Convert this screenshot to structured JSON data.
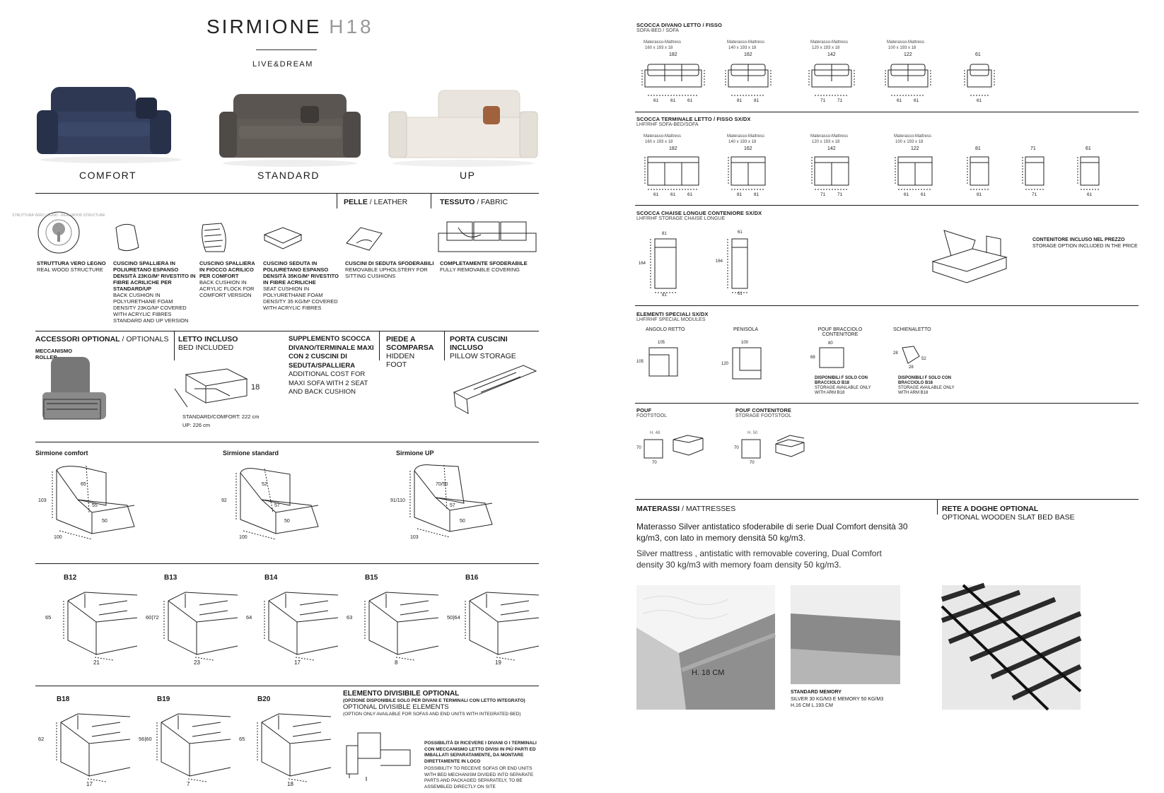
{
  "brand": {
    "title_main": "SIRMIONE",
    "title_model": "H18",
    "subtitle": "LIVE&DREAM"
  },
  "versions": [
    {
      "label": "COMFORT",
      "color": "#2f3a55"
    },
    {
      "label": "STANDARD",
      "color": "#5b5652"
    },
    {
      "label": "UP",
      "color": "#e8e4dc"
    }
  ],
  "materials": {
    "leather_bold": "PELLE",
    "leather_light": "/ LEATHER",
    "fabric_bold": "TESSUTO",
    "fabric_light": "/ FABRIC"
  },
  "seal_text": "STRUTTURA VERO LEGNO · REAL WOOD STRUCTURE",
  "features": [
    {
      "title": "STRUTTURA VERO LEGNO",
      "body": "REAL WOOD STRUCTURE"
    },
    {
      "title": "CUSCINO SPALLIERA IN POLIURETANO ESPANSO DENSITÀ 23KG/M³ RIVESTITO IN FIBRE ACRILICHE PER STANDARD/UP",
      "body": "BACK CUSHION IN POLYURETHANE FOAM DENSITY 23KG/M³ COVERED WITH ACRYLIC FIBRES STANDARD AND UP VERSION"
    },
    {
      "title": "CUSCINO SPALLIERA IN FIOCCO ACRILICO PER COMFORT",
      "body": "BACK CUSHION IN ACRYLIC FLOCK FOR COMFORT VERSION"
    },
    {
      "title": "CUSCINO SEDUTA IN POLIURETANO ESPANSO DENSITÀ 35KG/M³ RIVESTITO IN FIBRE ACRILICHE",
      "body": "SEAT CUSHION IN POLYURETHANE FOAM DENSITY 35 KG/M³ COVERED WITH ACRYLIC FIBRES"
    },
    {
      "title": "CUSCINI DI SEDUTA SFODERABILI",
      "body": "REMOVABLE UPHOLSTERY FOR SITTING CUSHIONS"
    },
    {
      "title": "COMPLETAMENTE SFODERABILE",
      "body": "FULLY REMOVABLE COVERING"
    }
  ],
  "accessories": {
    "title_bold": "ACCESSORI OPTIONAL",
    "title_light": "/ OPTIONALS",
    "mechanism": "MECCANISMO ROLLER",
    "bed_title": "LETTO INCLUSO",
    "bed_sub": "BED INCLUDED",
    "bed_height": "18",
    "bed_len_std": "STANDARD/COMFORT: 222 cm",
    "bed_len_up": "UP: 226 cm",
    "supp_title": "SUPPLEMENTO SCOCCA DIVANO/TERMINALE MAXI CON 2 CUSCINI DI SEDUTA/SPALLIERA",
    "supp_sub": "ADDITIONAL COST FOR MAXI SOFA WITH 2 SEAT AND BACK CUSHION",
    "foot_title": "PIEDE A SCOMPARSA",
    "foot_sub": "HIDDEN FOOT",
    "pillow_title": "PORTA CUSCINI INCLUSO",
    "pillow_sub": "PILLOW STORAGE"
  },
  "profiles": [
    {
      "name": "Sirmione comfort",
      "h": "103",
      "back": "65",
      "seat": "55",
      "arm": "50",
      "depth": "100"
    },
    {
      "name": "Sirmione standard",
      "h": "92",
      "back": "52",
      "seat": "57",
      "arm": "50",
      "depth": "100"
    },
    {
      "name": "Sirmione UP",
      "h": "91/110",
      "back": "70/50",
      "seat": "57",
      "arm": "50",
      "depth": "103"
    }
  ],
  "arms_row1": [
    {
      "code": "B12",
      "h": "65",
      "w": "21"
    },
    {
      "code": "B13",
      "h": "60|72",
      "w": "23"
    },
    {
      "code": "B14",
      "h": "64",
      "w": "17"
    },
    {
      "code": "B15",
      "h": "63",
      "w": "8"
    },
    {
      "code": "B16",
      "h": "50|64",
      "w": "19"
    }
  ],
  "arms_row2": [
    {
      "code": "B18",
      "h": "62",
      "w": "17"
    },
    {
      "code": "B19",
      "h": "56|60",
      "w": "7"
    },
    {
      "code": "B20",
      "h": "65",
      "w": "18"
    }
  ],
  "divisible": {
    "title": "ELEMENTO DIVISIBILE OPTIONAL",
    "note_it": "(OPZIONE DISPONIBILE SOLO PER DIVANI E TERMINALI CON LETTO INTEGRATO)",
    "title_en": "OPTIONAL DIVISIBLE ELEMENTS",
    "note_en": "(OPTION ONLY AVAILABLE FOR SOFAS AND END UNITS WITH INTEGRATED BED)",
    "text_it": "POSSIBILITÀ DI RICEVERE I DIVANI O I TERMINALI CON MECCANISMO LETTO DIVISI IN PIÙ PARTI ED IMBALLATI SEPARATAMENTE, DA MONTARE DIRETTAMENTE IN LOCO",
    "text_en": "POSSIBILITY TO RECEIVE SOFAS OR END UNITS WITH BED MECHANISM DIVIDED INTO SEPARATE PARTS AND PACKAGED SEPARATELY, TO BE ASSEMBLED DIRECTLY ON SITE"
  },
  "frames": {
    "title": "SCOCCA DIVANO LETTO / FISSO",
    "sub": "SOFA-BED / SOFA",
    "items": [
      {
        "matt": "Materasso-Mattress",
        "size": "160 x 193 x 18",
        "width": "182",
        "modules": [
          "61",
          "61",
          "61"
        ]
      },
      {
        "matt": "Materasso-Mattress",
        "size": "140 x 193 x 18",
        "width": "162",
        "modules": [
          "81",
          "81"
        ]
      },
      {
        "matt": "Materasso-Mattress",
        "size": "120 x 193 x 18",
        "width": "142",
        "modules": [
          "71",
          "71"
        ]
      },
      {
        "matt": "Materasso-Mattress",
        "size": "100 x 193 x 18",
        "width": "122",
        "modules": [
          "61",
          "61"
        ]
      },
      {
        "matt": "",
        "size": "",
        "width": "61",
        "modules": [
          "61"
        ]
      }
    ]
  },
  "terminals": {
    "title": "SCOCCA TERMINALE  LETTO / FISSO SX/DX",
    "sub": "LHF/RHF SOFA-BED/SOFA",
    "items": [
      {
        "matt": "Materasso-Mattress",
        "size": "160 x 193 x 18",
        "width": "182",
        "modules": [
          "61",
          "61",
          "61"
        ]
      },
      {
        "matt": "Materasso-Mattress",
        "size": "140 x 193 x 18",
        "width": "162",
        "modules": [
          "81",
          "81"
        ]
      },
      {
        "matt": "Materasso-Mattress",
        "size": "120 x 193 x 18",
        "width": "142",
        "modules": [
          "71",
          "71"
        ]
      },
      {
        "matt": "Materasso-Mattress",
        "size": "100 x 193 x 18",
        "width": "122",
        "modules": [
          "61",
          "61"
        ]
      },
      {
        "matt": "",
        "size": "",
        "width": "81",
        "modules": [
          "81"
        ]
      },
      {
        "matt": "",
        "size": "",
        "width": "71",
        "modules": [
          "71"
        ]
      },
      {
        "matt": "",
        "size": "",
        "width": "61",
        "modules": [
          "61"
        ]
      }
    ]
  },
  "chaise": {
    "title": "SCOCCA CHAISE LONGUE CONTENIORE SX/DX",
    "sub": "LHF/RHF STORAGE CHAISE LONGUE",
    "a": {
      "w": "81",
      "d": "164"
    },
    "b": {
      "w": "61",
      "d": "164"
    },
    "storage_title": "CONTENITORE INCLUSO NEL PREZZO",
    "storage_sub": "STORAGE OPTION INCLUDED IN THE PRICE"
  },
  "special": {
    "title": "ELEMENTI SPECIALI SX/DX",
    "sub": "LHF/RHF SPECIAL MODULES",
    "corner": {
      "label": "ANGOLO RETTO",
      "w": "105",
      "d": "105"
    },
    "peninsula": {
      "label": "PENISOLA",
      "w": "100",
      "d": "120"
    },
    "pouf_arm": {
      "label": "POUF BRACCIOLO CONTENITORE",
      "w": "80",
      "d": "68",
      "note_it": "DISPONIBILI F SOLO CON BRACCIOLO B18",
      "note_en": "STORAGE AVAILABLE ONLY WITH ARM B18"
    },
    "backrest": {
      "label": "SCHIENALETTO",
      "a": "28",
      "b": "52",
      "c": "28",
      "note_it": "DISPONIBILI F SOLO CON BRACCIOLO B18",
      "note_en": "STORAGE AVAILABLE ONLY WITH ARM B18"
    }
  },
  "pouf": {
    "title": "POUF",
    "sub": "FOOTSTOOL",
    "h": "H. 48",
    "w": "70",
    "d": "70",
    "storage_title": "POUF CONTENITORE",
    "storage_sub": "STORAGE FOOTSTOOL",
    "storage_h": "H. 50",
    "storage_w": "70",
    "storage_d": "70"
  },
  "mattress": {
    "title_bold": "MATERASSI",
    "title_light": "/ MATTRESSES",
    "text_it": "Materasso Silver antistatico sfoderabile di serie Dual Comfort densità 30 kg/m3, con lato in memory densità 50 kg/m3.",
    "text_en": "Silver mattress , antistatic with removable covering, Dual Comfort density 30 kg/m3  with memory foam density 50 kg/m3.",
    "photo_label": "H. 18 CM",
    "std_title": "STANDARD MEMORY",
    "std_line1": "SILVER 30 KG/M3  E MEMORY 50 KG/M3",
    "std_line2": "H.16 CM L.193 CM",
    "slat_title": "RETE A DOGHE OPTIONAL",
    "slat_sub": "OPTIONAL WOODEN SLAT BED BASE"
  }
}
